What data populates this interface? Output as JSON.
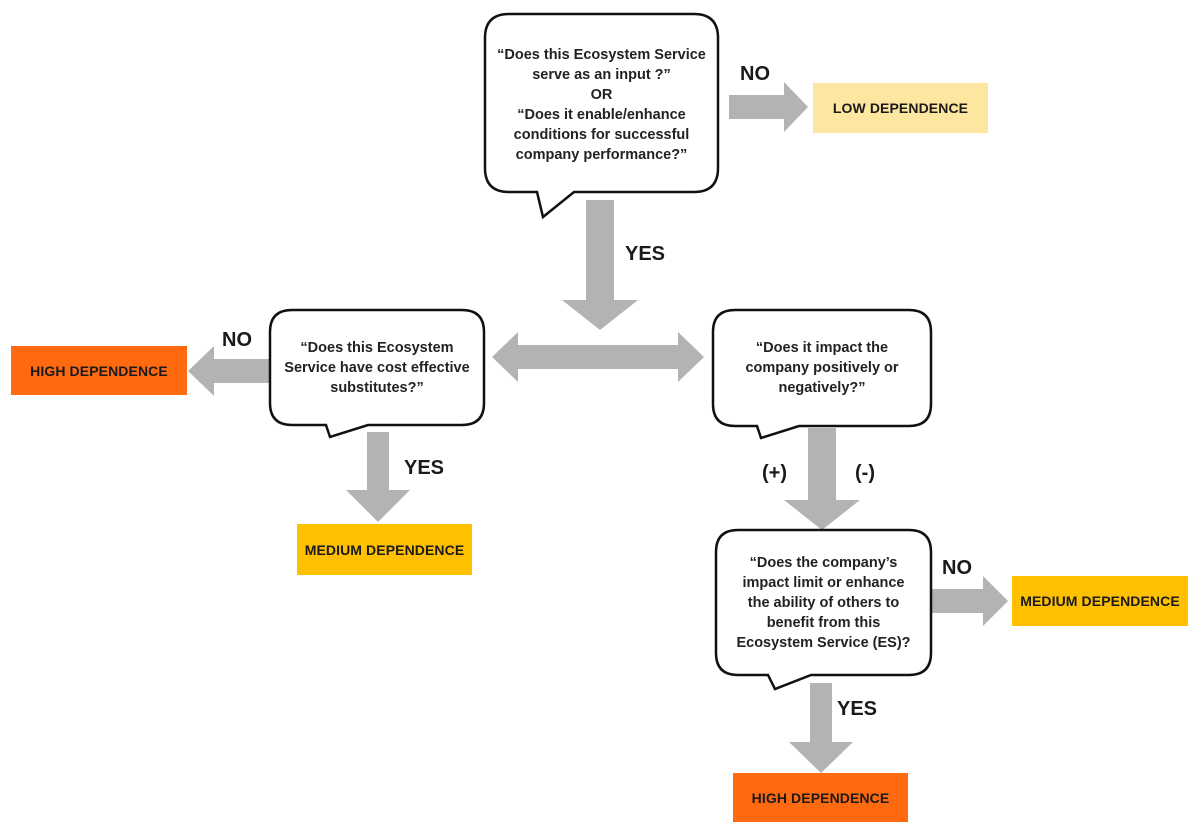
{
  "colors": {
    "arrow": "#b3b3b3",
    "bubble_stroke": "#111111",
    "low": "#fde6a0",
    "medium": "#ffc000",
    "high": "#ff6a10"
  },
  "questions": {
    "q1": {
      "line1": "“Does this Ecosystem Service",
      "line2": "serve as an input ?”",
      "line3": "OR",
      "line4": "“Does it enable/enhance",
      "line5": "conditions for successful",
      "line6": "company performance?”"
    },
    "q2": {
      "line1": "“Does this Ecosystem",
      "line2": "Service have cost effective",
      "line3": "substitutes?”"
    },
    "q3": {
      "line1": "“Does it impact the",
      "line2": "company positively or",
      "line3": "negatively?”"
    },
    "q4": {
      "line1": "“Does the company’s",
      "line2": "impact limit or enhance",
      "line3": "the ability of others to",
      "line4": "benefit from this",
      "line5": "Ecosystem Service (ES)?"
    }
  },
  "outcomes": {
    "low": "LOW DEPENDENCE",
    "high_left": "HIGH DEPENDENCE",
    "medium_left": "MEDIUM DEPENDENCE",
    "medium_right": "MEDIUM DEPENDENCE",
    "high_bottom": "HIGH DEPENDENCE"
  },
  "labels": {
    "no_top": "NO",
    "yes_top": "YES",
    "no_left": "NO",
    "yes_left": "YES",
    "plus": "(+)",
    "minus": "(-)",
    "no_right": "NO",
    "yes_bottom": "YES"
  }
}
